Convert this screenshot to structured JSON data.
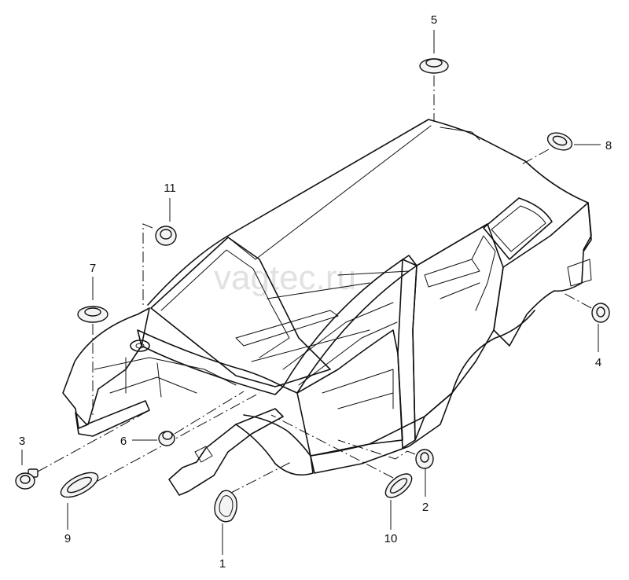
{
  "watermark": "vagtec.ru",
  "callouts": [
    {
      "id": "1",
      "label": "1"
    },
    {
      "id": "2",
      "label": "2"
    },
    {
      "id": "3",
      "label": "3"
    },
    {
      "id": "4",
      "label": "4"
    },
    {
      "id": "5",
      "label": "5"
    },
    {
      "id": "6",
      "label": "6"
    },
    {
      "id": "7",
      "label": "7"
    },
    {
      "id": "8",
      "label": "8"
    },
    {
      "id": "9",
      "label": "9"
    },
    {
      "id": "10",
      "label": "10"
    },
    {
      "id": "11",
      "label": "11"
    }
  ]
}
